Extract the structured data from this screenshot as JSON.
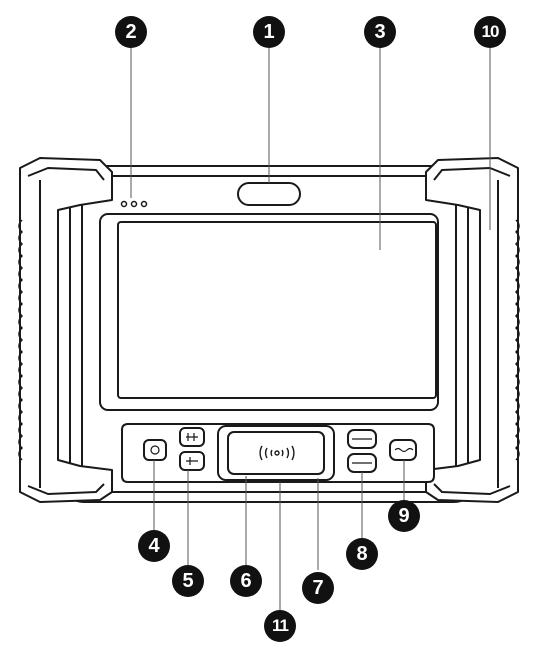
{
  "figure": {
    "description_colors": {
      "outline": "#1a1a1a",
      "fill": "#ffffff",
      "callout_bg": "#111111",
      "callout_text": "#ffffff"
    },
    "callouts": [
      {
        "id": "c1",
        "label": "1",
        "target": "top-grip-handle"
      },
      {
        "id": "c2",
        "label": "2",
        "target": "indicator-lights"
      },
      {
        "id": "c3",
        "label": "3",
        "target": "display-screen"
      },
      {
        "id": "c10",
        "label": "10",
        "target": "right-bumper"
      },
      {
        "id": "c4",
        "label": "4",
        "target": "power-button"
      },
      {
        "id": "c5",
        "label": "5",
        "target": "side-buttons"
      },
      {
        "id": "c6",
        "label": "6",
        "target": "nfc-area"
      },
      {
        "id": "c7",
        "label": "7",
        "target": "reader-frame"
      },
      {
        "id": "c8",
        "label": "8",
        "target": "right-stacked-buttons"
      },
      {
        "id": "c9",
        "label": "9",
        "target": "single-button"
      },
      {
        "id": "c11",
        "label": "11",
        "target": "reader-bottom-edge"
      }
    ]
  }
}
